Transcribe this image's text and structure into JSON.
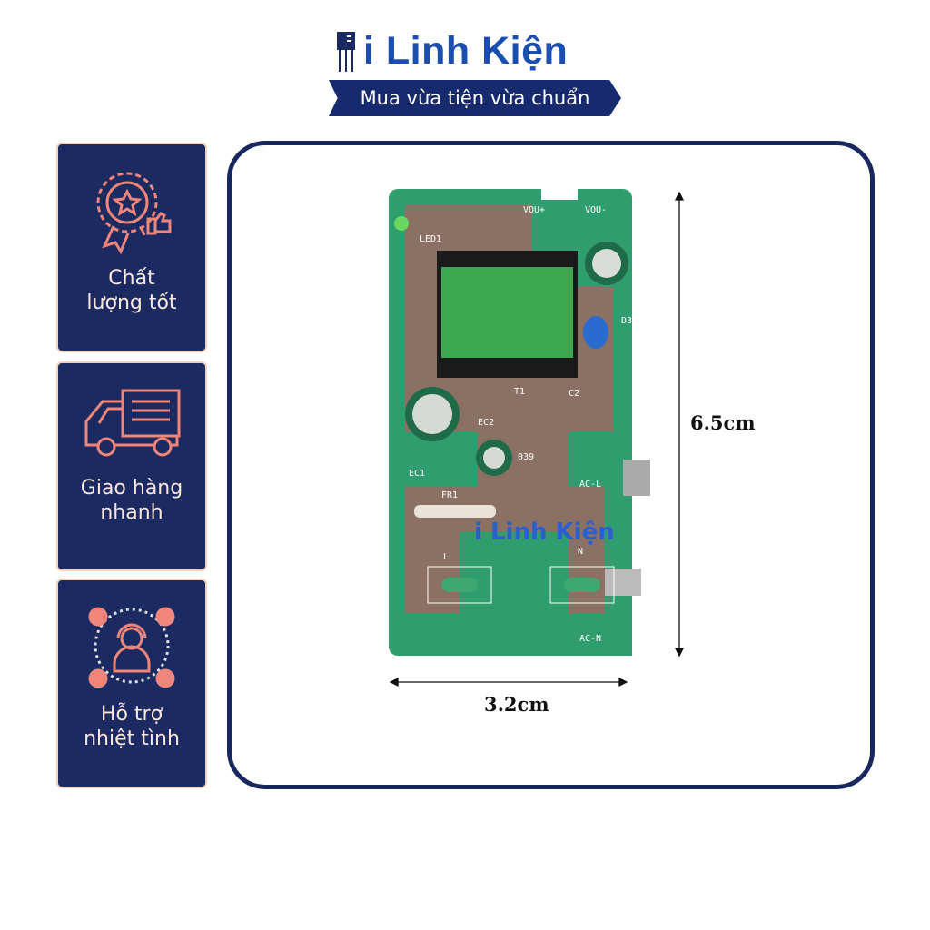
{
  "brand": {
    "name": "i Linh Kiện",
    "tagline": "Mua vừa tiện vừa chuẩn"
  },
  "features": [
    {
      "icon": "quality-badge-icon",
      "label_lines": [
        "Chất",
        "lượng tốt"
      ]
    },
    {
      "icon": "delivery-truck-icon",
      "label_lines": [
        "Giao hàng",
        "nhanh"
      ]
    },
    {
      "icon": "customer-support-icon",
      "label_lines": [
        "Hỗ trợ",
        "nhiệt tình"
      ]
    }
  ],
  "product": {
    "pcb_labels": {
      "vout_plus": "VOU+",
      "vout_minus": "VOU-",
      "led": "LED1",
      "t1": "T1",
      "c2": "C2",
      "d3": "D3",
      "ec2": "EC2",
      "ec1": "EC1",
      "fr1": "FR1",
      "cap": "039",
      "l": "L",
      "n": "N",
      "acl": "AC-L",
      "acn": "AC-N"
    },
    "watermark": "i Linh Kiện",
    "height_label": "6.5cm",
    "width_label": "3.2cm"
  },
  "colors": {
    "navy": "#1b2b62",
    "brand_blue": "#1a4fb0",
    "accent": "#f0857a"
  }
}
